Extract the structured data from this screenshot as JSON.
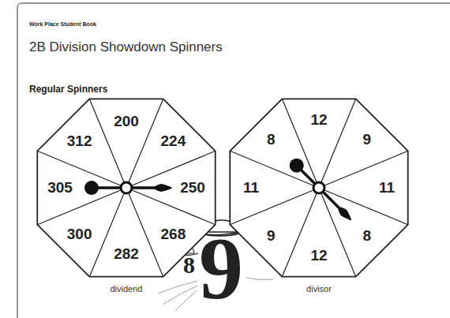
{
  "diagram": {
    "title": "2B Division Showdown Spinners",
    "nodes": [
      {
        "text": [
          "dividend"
        ]
      },
      {
        "text": [
          "200"
        ],
        "in": 0
      },
      {
        "text": [
          "224"
        ],
        "in": 0
      },
      {
        "text": [
          "250"
        ],
        "in": 0
      },
      {
        "text": [
          "268"
        ],
        "in": 0
      },
      {
        "text": [
          "282"
        ],
        "in": 0
      },
      {
        "text": [
          "300"
        ],
        "in": 0
      },
      {
        "text": [
          "305"
        ],
        "in": 0
      },
      {
        "text": [
          "312"
        ],
        "in": 0
      },
      {
        "text": [
          "divisor"
        ]
      },
      {
        "text": [
          "12"
        ],
        "in": 9
      },
      {
        "text": [
          "9"
        ],
        "in": 9
      },
      {
        "text": [
          "11"
        ],
        "in": 9
      },
      {
        "text": [
          "8"
        ],
        "in": 9
      },
      {
        "text": [
          "12"
        ],
        "in": 9
      },
      {
        "text": [
          "9"
        ],
        "in": 9
      },
      {
        "text": [
          "11"
        ],
        "in": 9
      },
      {
        "text": [
          "8"
        ],
        "in": 9
      }
    ],
    "labels": [
      "Work Place Student Book",
      "Regular Spinners",
      "8",
      "9"
    ]
  }
}
